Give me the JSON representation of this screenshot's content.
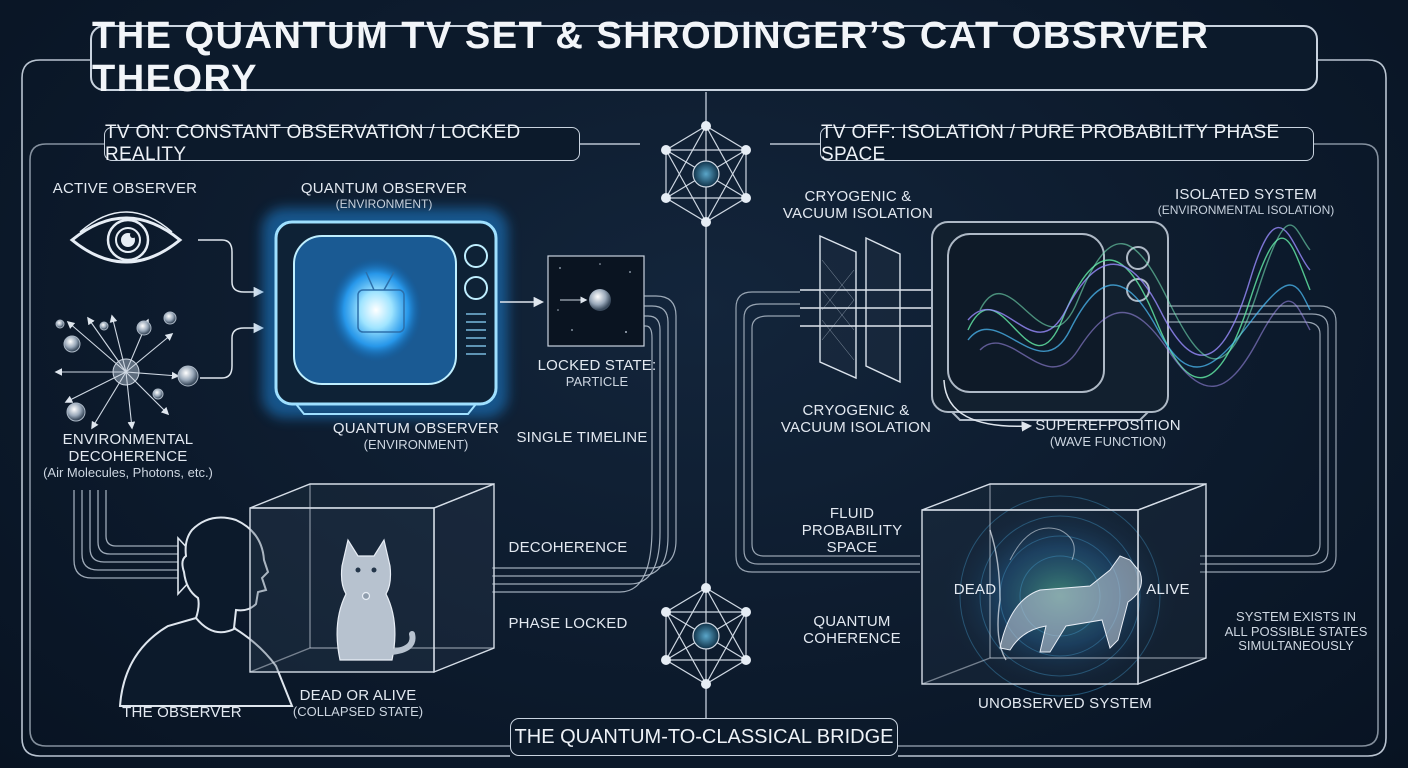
{
  "title": "THE QUANTUM TV SET & SHRODINGER’S CAT OBSRVER THEORY",
  "left_section": {
    "header": "TV ON: CONSTANT OBSERVATION / LOCKED REALITY",
    "active_observer": "ACTIVE OBSERVER",
    "quantum_observer_top": "QUANTUM OBSERVER",
    "quantum_observer_top_sub": "(ENVIRONMENT)",
    "quantum_observer_bottom": "QUANTUM OBSERVER",
    "quantum_observer_bottom_sub": "(ENVIRONMENT)",
    "environmental_decoherence_1": "ENVIRONMENTAL",
    "environmental_decoherence_2": "DECOHERENCE",
    "environmental_decoherence_sub": "(Air Molecules, Photons, etc.)",
    "locked_state": "LOCKED STATE:",
    "locked_state_sub": "PARTICLE",
    "single_timeline": "SINGLE TIMELINE",
    "decoherence": "DECOHERENCE",
    "phase_locked": "PHASE LOCKED",
    "the_observer": "THE OBSERVER",
    "dead_or_alive": "DEAD OR ALIVE",
    "collapsed_state": "(COLLAPSED STATE)"
  },
  "right_section": {
    "header": "TV OFF: ISOLATION / PURE PROBABILITY PHASE SPACE",
    "cryogenic_top_1": "CRYOGENIC &",
    "cryogenic_top_2": "VACUUM ISOLATION",
    "cryogenic_bottom_1": "CRYOGENIC &",
    "cryogenic_bottom_2": "VACUUM ISOLATION",
    "isolated_system": "ISOLATED SYSTEM",
    "isolated_system_sub": "(ENVIRONMENTAL ISOLATION)",
    "superposition": "SUPEREFPOSITION",
    "superposition_sub": "(WAVE FUNCTION)",
    "fluid_1": "FLUID",
    "fluid_2": "PROBABILITY",
    "fluid_3": "SPACE",
    "quantum_coherence_1": "QUANTUM",
    "quantum_coherence_2": "COHERENCE",
    "dead": "DEAD",
    "alive": "ALIVE",
    "unobserved_system": "UNOBSERVED SYSTEM",
    "all_states_1": "SYSTEM EXISTS IN",
    "all_states_2": "ALL POSSIBLE STATES",
    "all_states_3": "SIMULTANEOUSLY"
  },
  "bridge": "THE QUANTUM-TO-CLASSICAL BRIDGE",
  "colors": {
    "background": "#0c1a2b",
    "line": "#c9d3df",
    "glow": "#4fc3ff",
    "wave_green": "#5fe3a1",
    "wave_violet": "#9a8cff"
  }
}
